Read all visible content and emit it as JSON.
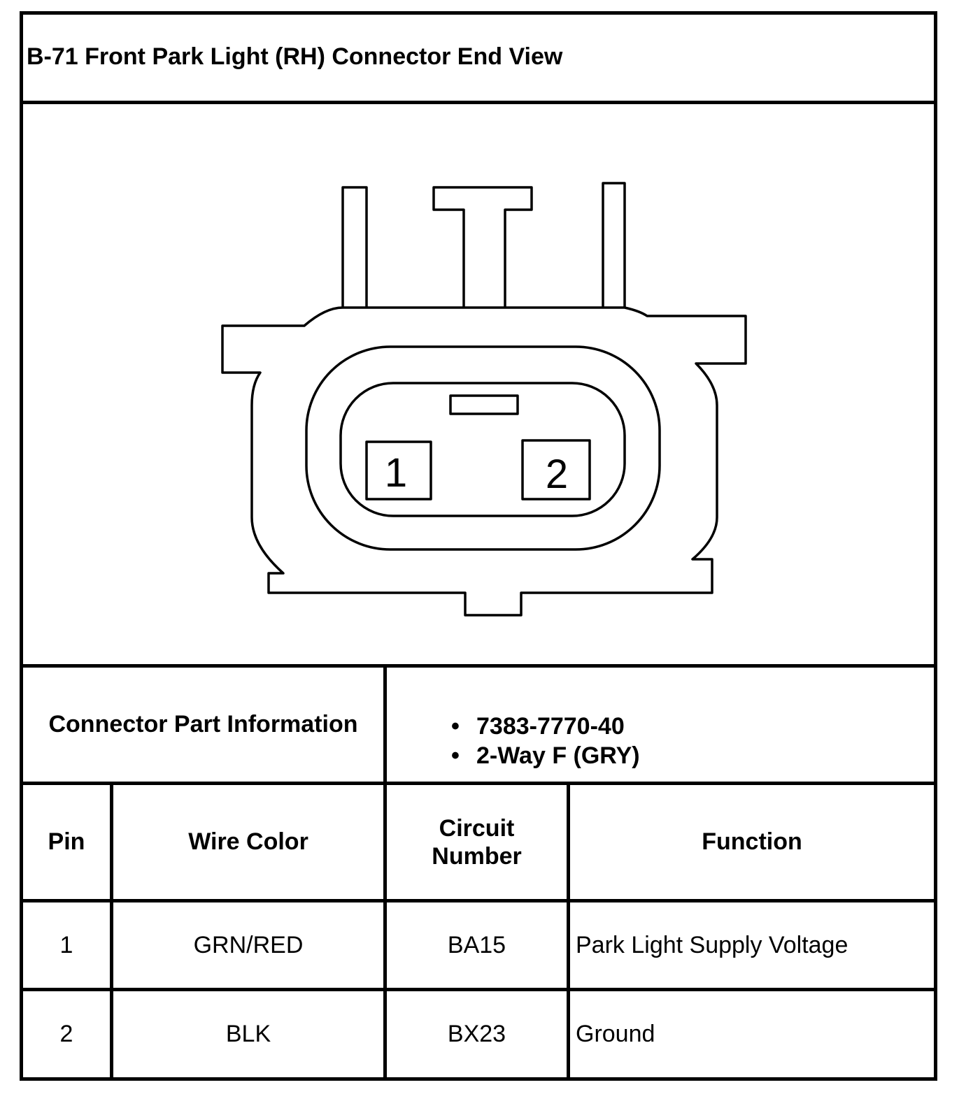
{
  "title": "B-71 Front Park Light (RH) Connector End View",
  "connector_face": {
    "pins": [
      "1",
      "2"
    ]
  },
  "part_info": {
    "label": "Connector Part Information",
    "items": [
      "7383-7770-40",
      "2-Way F (GRY)"
    ],
    "bullet": "•"
  },
  "table": {
    "headers": {
      "pin": "Pin",
      "wire_color": "Wire Color",
      "circuit_line1": "Circuit",
      "circuit_line2": "Number",
      "function": "Function"
    },
    "rows": [
      {
        "pin": "1",
        "wire_color": "GRN/RED",
        "circuit": "BA15",
        "function": "Park Light Supply Voltage"
      },
      {
        "pin": "2",
        "wire_color": "BLK",
        "circuit": "BX23",
        "function": "Ground"
      }
    ]
  }
}
